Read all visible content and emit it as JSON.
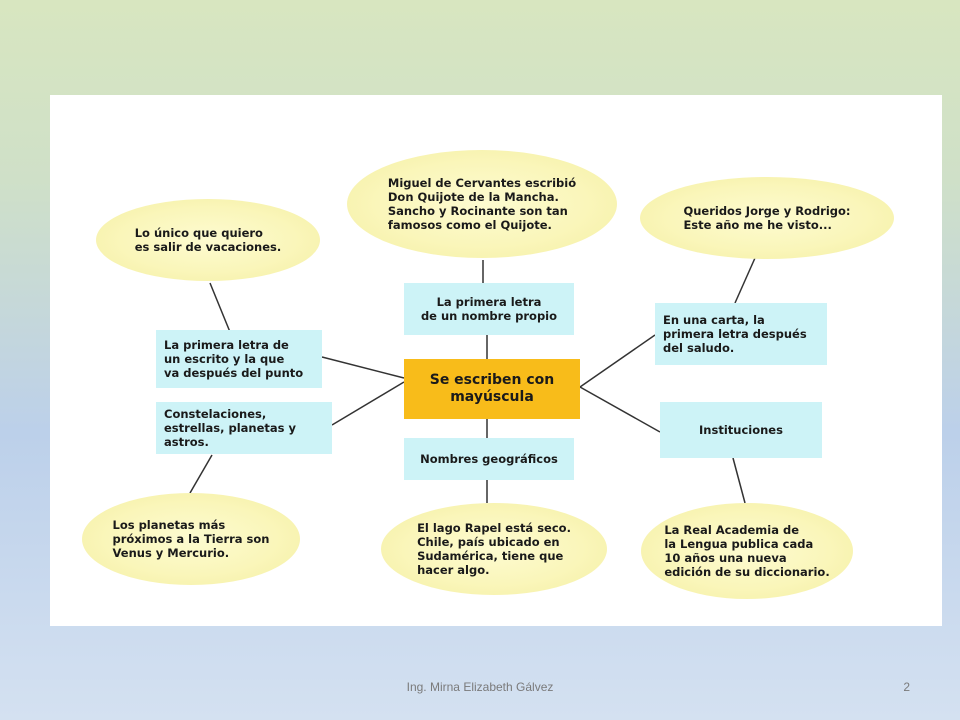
{
  "diagram": {
    "center": "Se escriben con\nmayúscula",
    "boxes": {
      "nombre_propio": "La primera letra\nde un nombre propio",
      "primera_letra_escrito": "La primera letra de\nun escrito y la que\nva después del punto",
      "constelaciones": "Constelaciones,\nestrellas, planetas y\nastros.",
      "nombres_geograficos": "Nombres geográficos",
      "carta": "En una carta, la\nprimera letra después\ndel saludo.",
      "instituciones": "Instituciones"
    },
    "examples": {
      "cervantes": "Miguel de Cervantes escribió\nDon Quijote de la Mancha.\nSancho y Rocinante son tan\nfamosos como el Quijote.",
      "vacaciones": "Lo único que quiero\nes salir de vacaciones.",
      "carta": "Queridos Jorge y Rodrigo:\n     Este año me he visto...",
      "planetas": "Los planetas más\npróximos a la Tierra son\nVenus y Mercurio.",
      "lago": "El lago Rapel está seco.\nChile, país ubicado en\nSudamérica, tiene que\nhacer algo.",
      "academia": "La Real Academia de\nla Lengua publica cada\n10 años una nueva\nedición de su diccionario."
    }
  },
  "colors": {
    "center_fill": "#f8bc1a",
    "box_fill": "#cdf3f7",
    "ellipse_fill": "#faf6ba",
    "line": "#333333"
  },
  "footer": {
    "author": "Ing. Mirna Elizabeth Gálvez",
    "page": "2"
  }
}
